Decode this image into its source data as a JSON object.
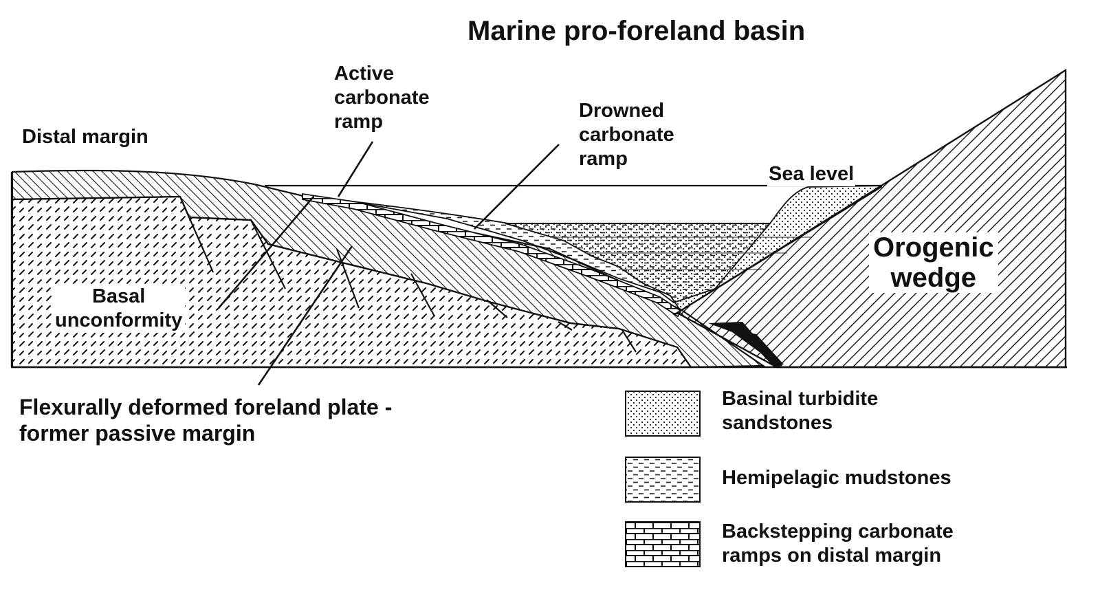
{
  "title": "Marine pro-foreland basin",
  "labels": {
    "distal_margin": "Distal margin",
    "active_ramp": [
      "Active",
      "carbonate",
      "ramp"
    ],
    "drowned_ramp": [
      "Drowned",
      "carbonate",
      "ramp"
    ],
    "sea_level": "Sea level",
    "orogenic_wedge": [
      "Orogenic",
      "wedge"
    ],
    "basal_unconformity": [
      "Basal",
      "unconformity"
    ],
    "foreland_plate": [
      "Flexurally deformed foreland plate -",
      "former passive margin"
    ]
  },
  "legend": [
    {
      "pattern": "stipple",
      "lines": [
        "Basinal turbidite",
        "sandstones"
      ]
    },
    {
      "pattern": "dashes",
      "lines": [
        "Hemipelagic mudstones"
      ]
    },
    {
      "pattern": "bricks",
      "lines": [
        "Backstepping carbonate",
        "ramps on distal margin"
      ]
    }
  ]
}
